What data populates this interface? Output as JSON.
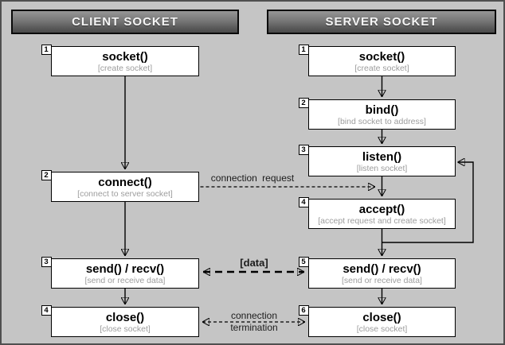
{
  "diagram": {
    "client": {
      "header": "CLIENT SOCKET",
      "boxes": [
        {
          "num": "1",
          "title": "socket()",
          "subtitle": "[create socket]"
        },
        {
          "num": "2",
          "title": "connect()",
          "subtitle": "[connect to server socket]"
        },
        {
          "num": "3",
          "title": "send() / recv()",
          "subtitle": "[send or receive data]"
        },
        {
          "num": "4",
          "title": "close()",
          "subtitle": "[close socket]"
        }
      ]
    },
    "server": {
      "header": "SERVER SOCKET",
      "boxes": [
        {
          "num": "1",
          "title": "socket()",
          "subtitle": "[create socket]"
        },
        {
          "num": "2",
          "title": "bind()",
          "subtitle": "[bind socket to address]"
        },
        {
          "num": "3",
          "title": "listen()",
          "subtitle": "[listen socket]"
        },
        {
          "num": "4",
          "title": "accept()",
          "subtitle": "[accept request and create socket]"
        },
        {
          "num": "5",
          "title": "send() / recv()",
          "subtitle": "[send or receive data]"
        },
        {
          "num": "6",
          "title": "close()",
          "subtitle": "[close socket]"
        }
      ]
    },
    "labels": {
      "connection_request": "connection request",
      "data": "[data]",
      "termination_line1": "connection",
      "termination_line2": "termination"
    },
    "colors": {
      "background": "#c5c5c5",
      "node_background": "#ffffff",
      "node_border": "#000000",
      "subtitle_text": "#9d9d9d",
      "header_text": "#f5f5f5",
      "header_top": "#969696",
      "header_bottom": "#4a4a4a",
      "arrow": "#000000"
    }
  }
}
